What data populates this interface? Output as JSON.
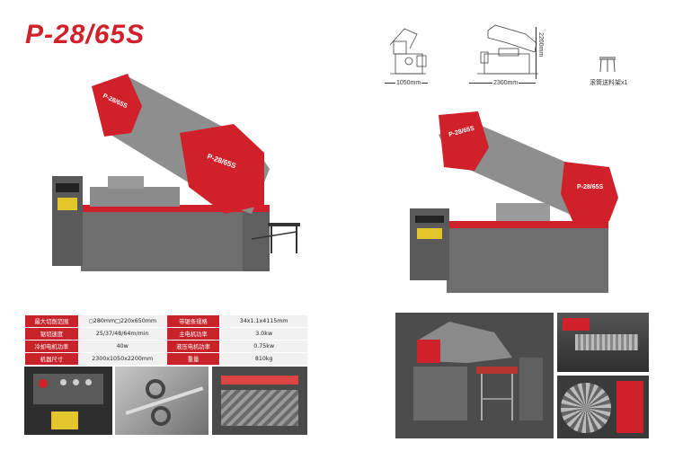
{
  "title": "P-28/65S",
  "dims": {
    "width": "1050mm",
    "length": "2300mm",
    "height": "2200mm",
    "accessory": "滚筒送料架x1"
  },
  "machine_label": "P-28/65S",
  "specs": [
    {
      "k1": "最大切削范围",
      "v1": "○280mm□220x650mm",
      "k2": "带锯条规格",
      "v2": "34x1.1x4115mm"
    },
    {
      "k1": "锯切速度",
      "v1": "25/37/48/64m/min",
      "k2": "主电机功率",
      "v2": "3.0kw"
    },
    {
      "k1": "冷却电机功率",
      "v1": "40w",
      "k2": "液压电机功率",
      "v2": "0.75kw"
    },
    {
      "k1": "机器尺寸",
      "v1": "2300x1050x2200mm",
      "k2": "重量",
      "v2": "810kg"
    }
  ],
  "colors": {
    "brand_red": "#d0202a",
    "machine_gray": "#6a6a6a",
    "dark_panel": "#3a3a3a"
  }
}
